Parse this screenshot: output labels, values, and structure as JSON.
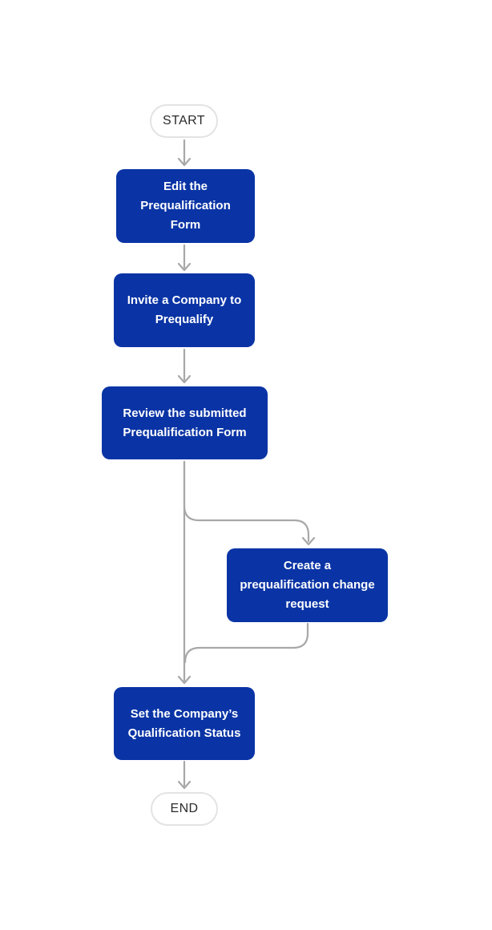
{
  "diagram": {
    "type": "flowchart",
    "terminals": {
      "start": {
        "label": "START"
      },
      "end": {
        "label": "END"
      }
    },
    "steps": {
      "edit_form": {
        "label": "Edit the\nPrequalification\nForm"
      },
      "invite_company": {
        "label": "Invite a Company to\nPrequalify"
      },
      "review_form": {
        "label": "Review the submitted\nPrequalification Form"
      },
      "change_request": {
        "label": "Create a\nprequalification change\nrequest"
      },
      "set_status": {
        "label": "Set the Company’s\nQualification Status"
      }
    },
    "edges": [
      {
        "from": "start",
        "to": "edit_form"
      },
      {
        "from": "edit_form",
        "to": "invite_company"
      },
      {
        "from": "invite_company",
        "to": "review_form"
      },
      {
        "from": "review_form",
        "to": "set_status"
      },
      {
        "from": "review_form",
        "to": "change_request"
      },
      {
        "from": "change_request",
        "to": "set_status"
      },
      {
        "from": "set_status",
        "to": "end"
      }
    ],
    "colors": {
      "background": "#FFFFFF",
      "node_fill": "#0A34A5",
      "node_text": "#FFFFFF",
      "connector": "#A8A8A8",
      "terminal_border": "#E3E3E3",
      "terminal_text": "#2B2B2B"
    }
  }
}
